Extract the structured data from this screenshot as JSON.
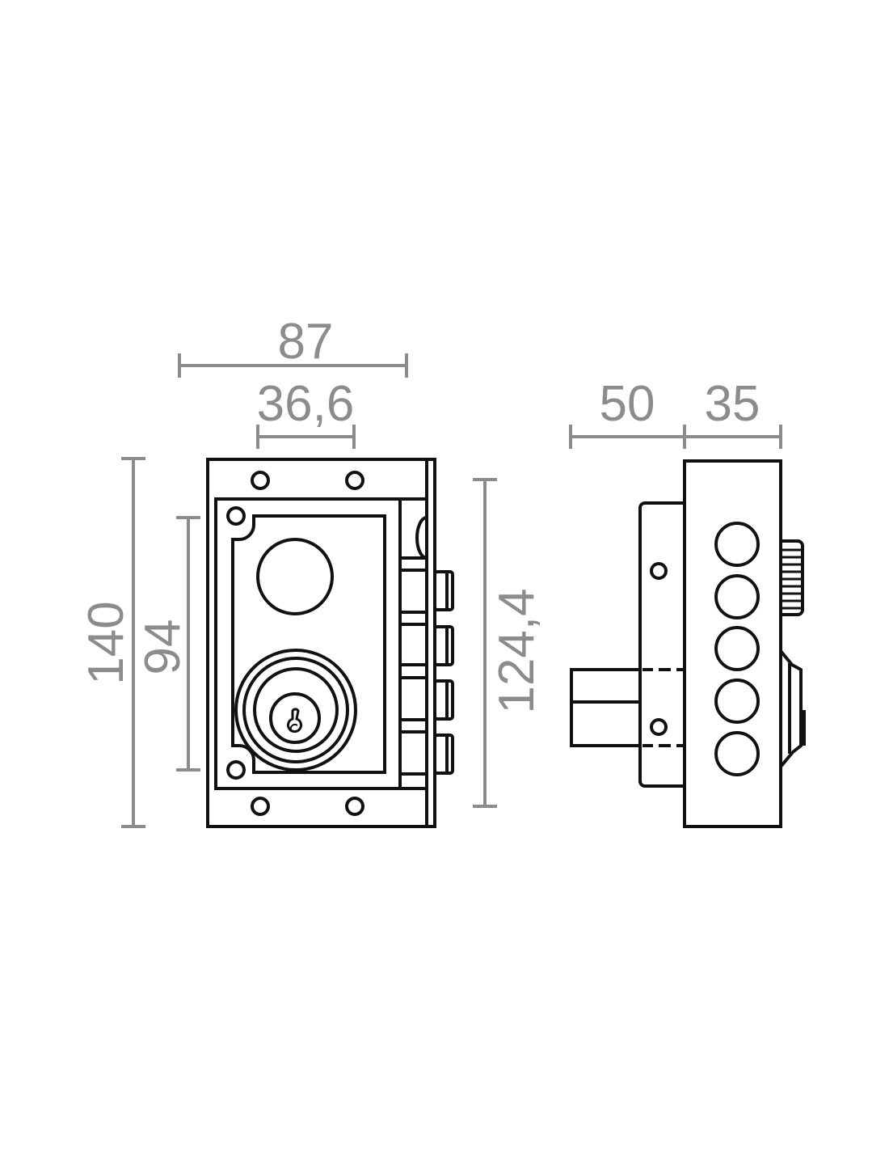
{
  "title": "Lock technical drawing with dimensions",
  "colors": {
    "dimension": "#8c8c8c",
    "outline": "#111111"
  },
  "front_view": {
    "dimensions": {
      "overall_width": "87",
      "cylinder_spacing": "36,6",
      "overall_height": "140",
      "plate_height": "94",
      "faceplate_height": "124,4"
    }
  },
  "side_view": {
    "dimensions": {
      "plate_depth": "50",
      "body_depth": "35"
    }
  }
}
